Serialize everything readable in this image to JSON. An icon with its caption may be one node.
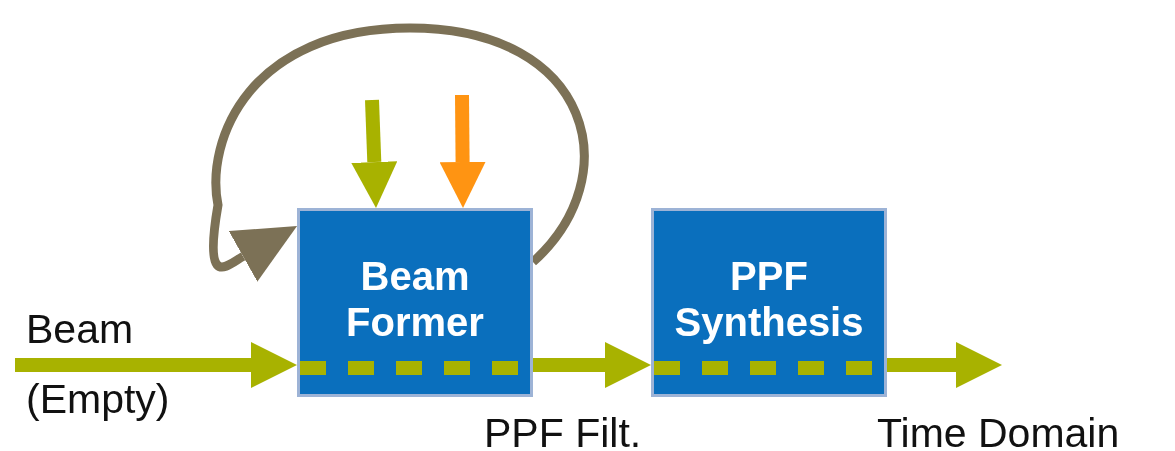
{
  "diagram": {
    "nodes": [
      {
        "text": [
          "Beam Former"
        ]
      },
      {
        "text": [
          "PPF Synthesis"
        ]
      }
    ],
    "edges": [
      {
        "from": null,
        "to": 0,
        "arrow": "to"
      },
      {
        "from": 0,
        "to": 1,
        "arrow": "to"
      },
      {
        "from": 1,
        "to": null,
        "arrow": "to"
      },
      {
        "from": null,
        "to": 0,
        "arrow": "to"
      },
      {
        "from": null,
        "to": 0,
        "arrow": "to",
        "color": "#ff9412"
      },
      {
        "from": 0,
        "to": 0,
        "arrow": "to",
        "color": "#7c7156"
      }
    ],
    "labels": [
      "Beam",
      "(Empty)",
      "PPF Filt.",
      "Time Domain"
    ]
  }
}
